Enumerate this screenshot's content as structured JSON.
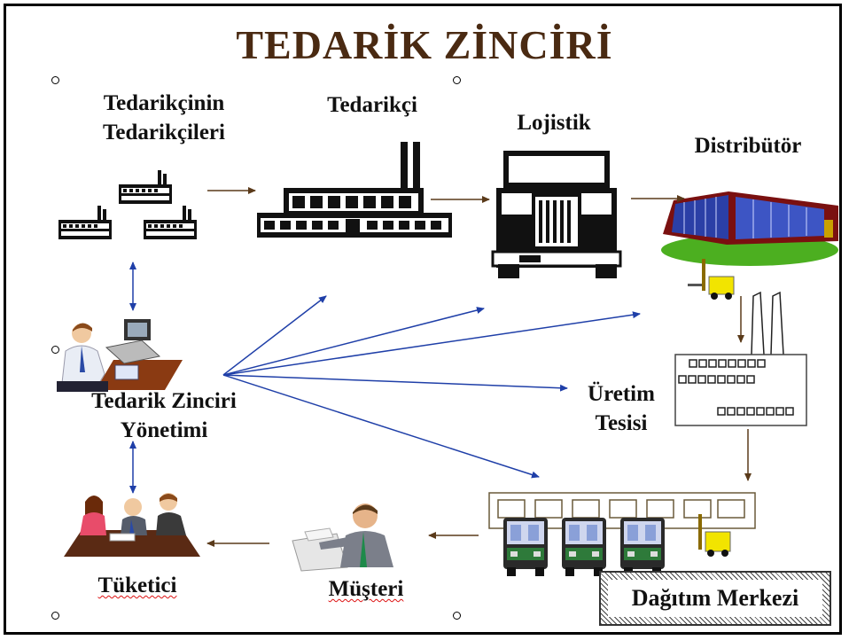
{
  "title": "TEDARİK ZİNCİRİ",
  "nodes": {
    "suppliers_suppliers": {
      "line1": "Tedarikçinin",
      "line2": "Tedarikçileri"
    },
    "supplier": "Tedarikçi",
    "logistics": "Lojistik",
    "distributor": "Distribütör",
    "scm": {
      "line1": "Tedarik Zinciri",
      "line2": "Yönetimi"
    },
    "production": {
      "line1": "Üretim",
      "line2": "Tesisi"
    },
    "distribution_center": "Dağıtım Merkezi",
    "customer": "Müşteri",
    "consumer": "Tüketici"
  },
  "colors": {
    "title": "#4a2a12",
    "flow_arrow": "#5a3a1a",
    "control_arrow": "#1f3fa8"
  }
}
